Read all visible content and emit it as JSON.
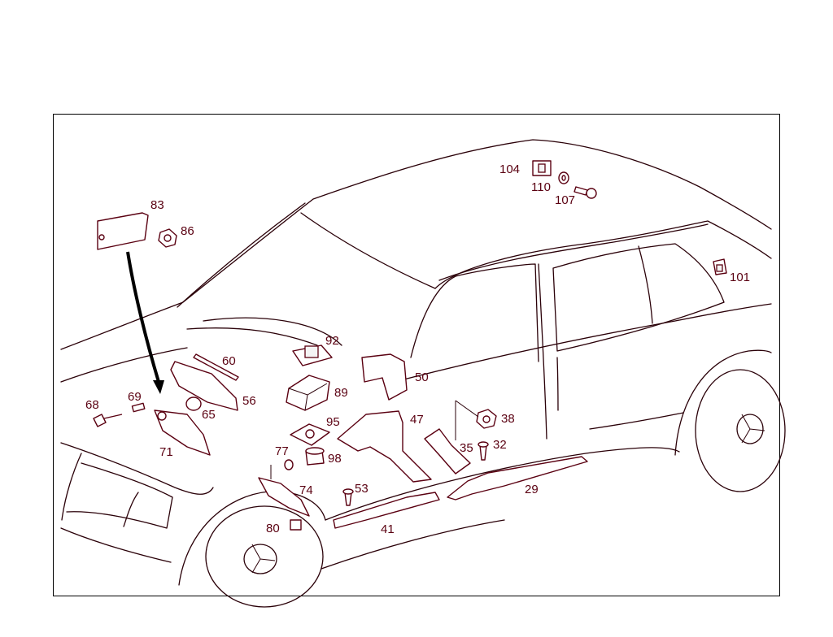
{
  "accent_color": "#5a0011",
  "line_color": "#2a0008",
  "parts": [
    {
      "id": "p104",
      "label": "104",
      "icon": "bracket-icon"
    },
    {
      "id": "p110",
      "label": "110",
      "icon": "washer-icon"
    },
    {
      "id": "p107",
      "label": "107",
      "icon": "screw-icon"
    },
    {
      "id": "p83",
      "label": "83",
      "icon": "cover-panel-icon"
    },
    {
      "id": "p86",
      "label": "86",
      "icon": "nut-icon"
    },
    {
      "id": "p101",
      "label": "101",
      "icon": "clip-icon"
    },
    {
      "id": "p92",
      "label": "92",
      "icon": "gasket-icon"
    },
    {
      "id": "p60",
      "label": "60",
      "icon": "strip-icon"
    },
    {
      "id": "p89",
      "label": "89",
      "icon": "block-icon"
    },
    {
      "id": "p50",
      "label": "50",
      "icon": "duct-icon"
    },
    {
      "id": "p68",
      "label": "68",
      "icon": "bolt-icon"
    },
    {
      "id": "p69",
      "label": "69",
      "icon": "pin-icon"
    },
    {
      "id": "p56",
      "label": "56",
      "icon": "panel-icon"
    },
    {
      "id": "p65",
      "label": "65",
      "icon": "grommet-icon"
    },
    {
      "id": "p95",
      "label": "95",
      "icon": "seal-plate-icon"
    },
    {
      "id": "p47",
      "label": "47",
      "icon": "duct-icon"
    },
    {
      "id": "p38",
      "label": "38",
      "icon": "nut-icon"
    },
    {
      "id": "p71",
      "label": "71",
      "icon": "panel-icon"
    },
    {
      "id": "p77",
      "label": "77",
      "icon": "clip-icon"
    },
    {
      "id": "p98",
      "label": "98",
      "icon": "grommet-icon"
    },
    {
      "id": "p35",
      "label": "35",
      "icon": "duct-icon"
    },
    {
      "id": "p32",
      "label": "32",
      "icon": "rivet-icon"
    },
    {
      "id": "p74",
      "label": "74",
      "icon": "panel-icon"
    },
    {
      "id": "p53",
      "label": "53",
      "icon": "rivet-icon"
    },
    {
      "id": "p29",
      "label": "29",
      "icon": "rail-icon"
    },
    {
      "id": "p80",
      "label": "80",
      "icon": "clip-icon"
    },
    {
      "id": "p41",
      "label": "41",
      "icon": "rail-icon"
    }
  ]
}
